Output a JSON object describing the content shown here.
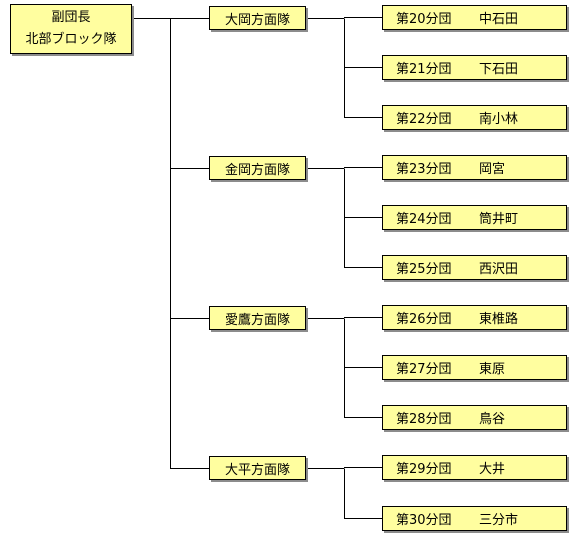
{
  "root": {
    "line1": "副団長",
    "line2": "北部ブロック隊"
  },
  "divisions": [
    {
      "name": "大岡方面隊",
      "units": [
        {
          "name": "第20分団",
          "area": "中石田"
        },
        {
          "name": "第21分団",
          "area": "下石田"
        },
        {
          "name": "第22分団",
          "area": "南小林"
        }
      ]
    },
    {
      "name": "金岡方面隊",
      "units": [
        {
          "name": "第23分団",
          "area": "岡宮"
        },
        {
          "name": "第24分団",
          "area": "筒井町"
        },
        {
          "name": "第25分団",
          "area": "西沢田"
        }
      ]
    },
    {
      "name": "愛鷹方面隊",
      "units": [
        {
          "name": "第26分団",
          "area": "東椎路"
        },
        {
          "name": "第27分団",
          "area": "東原"
        },
        {
          "name": "第28分団",
          "area": "鳥谷"
        }
      ]
    },
    {
      "name": "大平方面隊",
      "units": [
        {
          "name": "第29分団",
          "area": "大井"
        },
        {
          "name": "第30分団",
          "area": "三分市"
        }
      ]
    }
  ],
  "colors": {
    "box_fill": "#fffe9f",
    "border": "#000000",
    "shadow": "#8c8c8c"
  }
}
